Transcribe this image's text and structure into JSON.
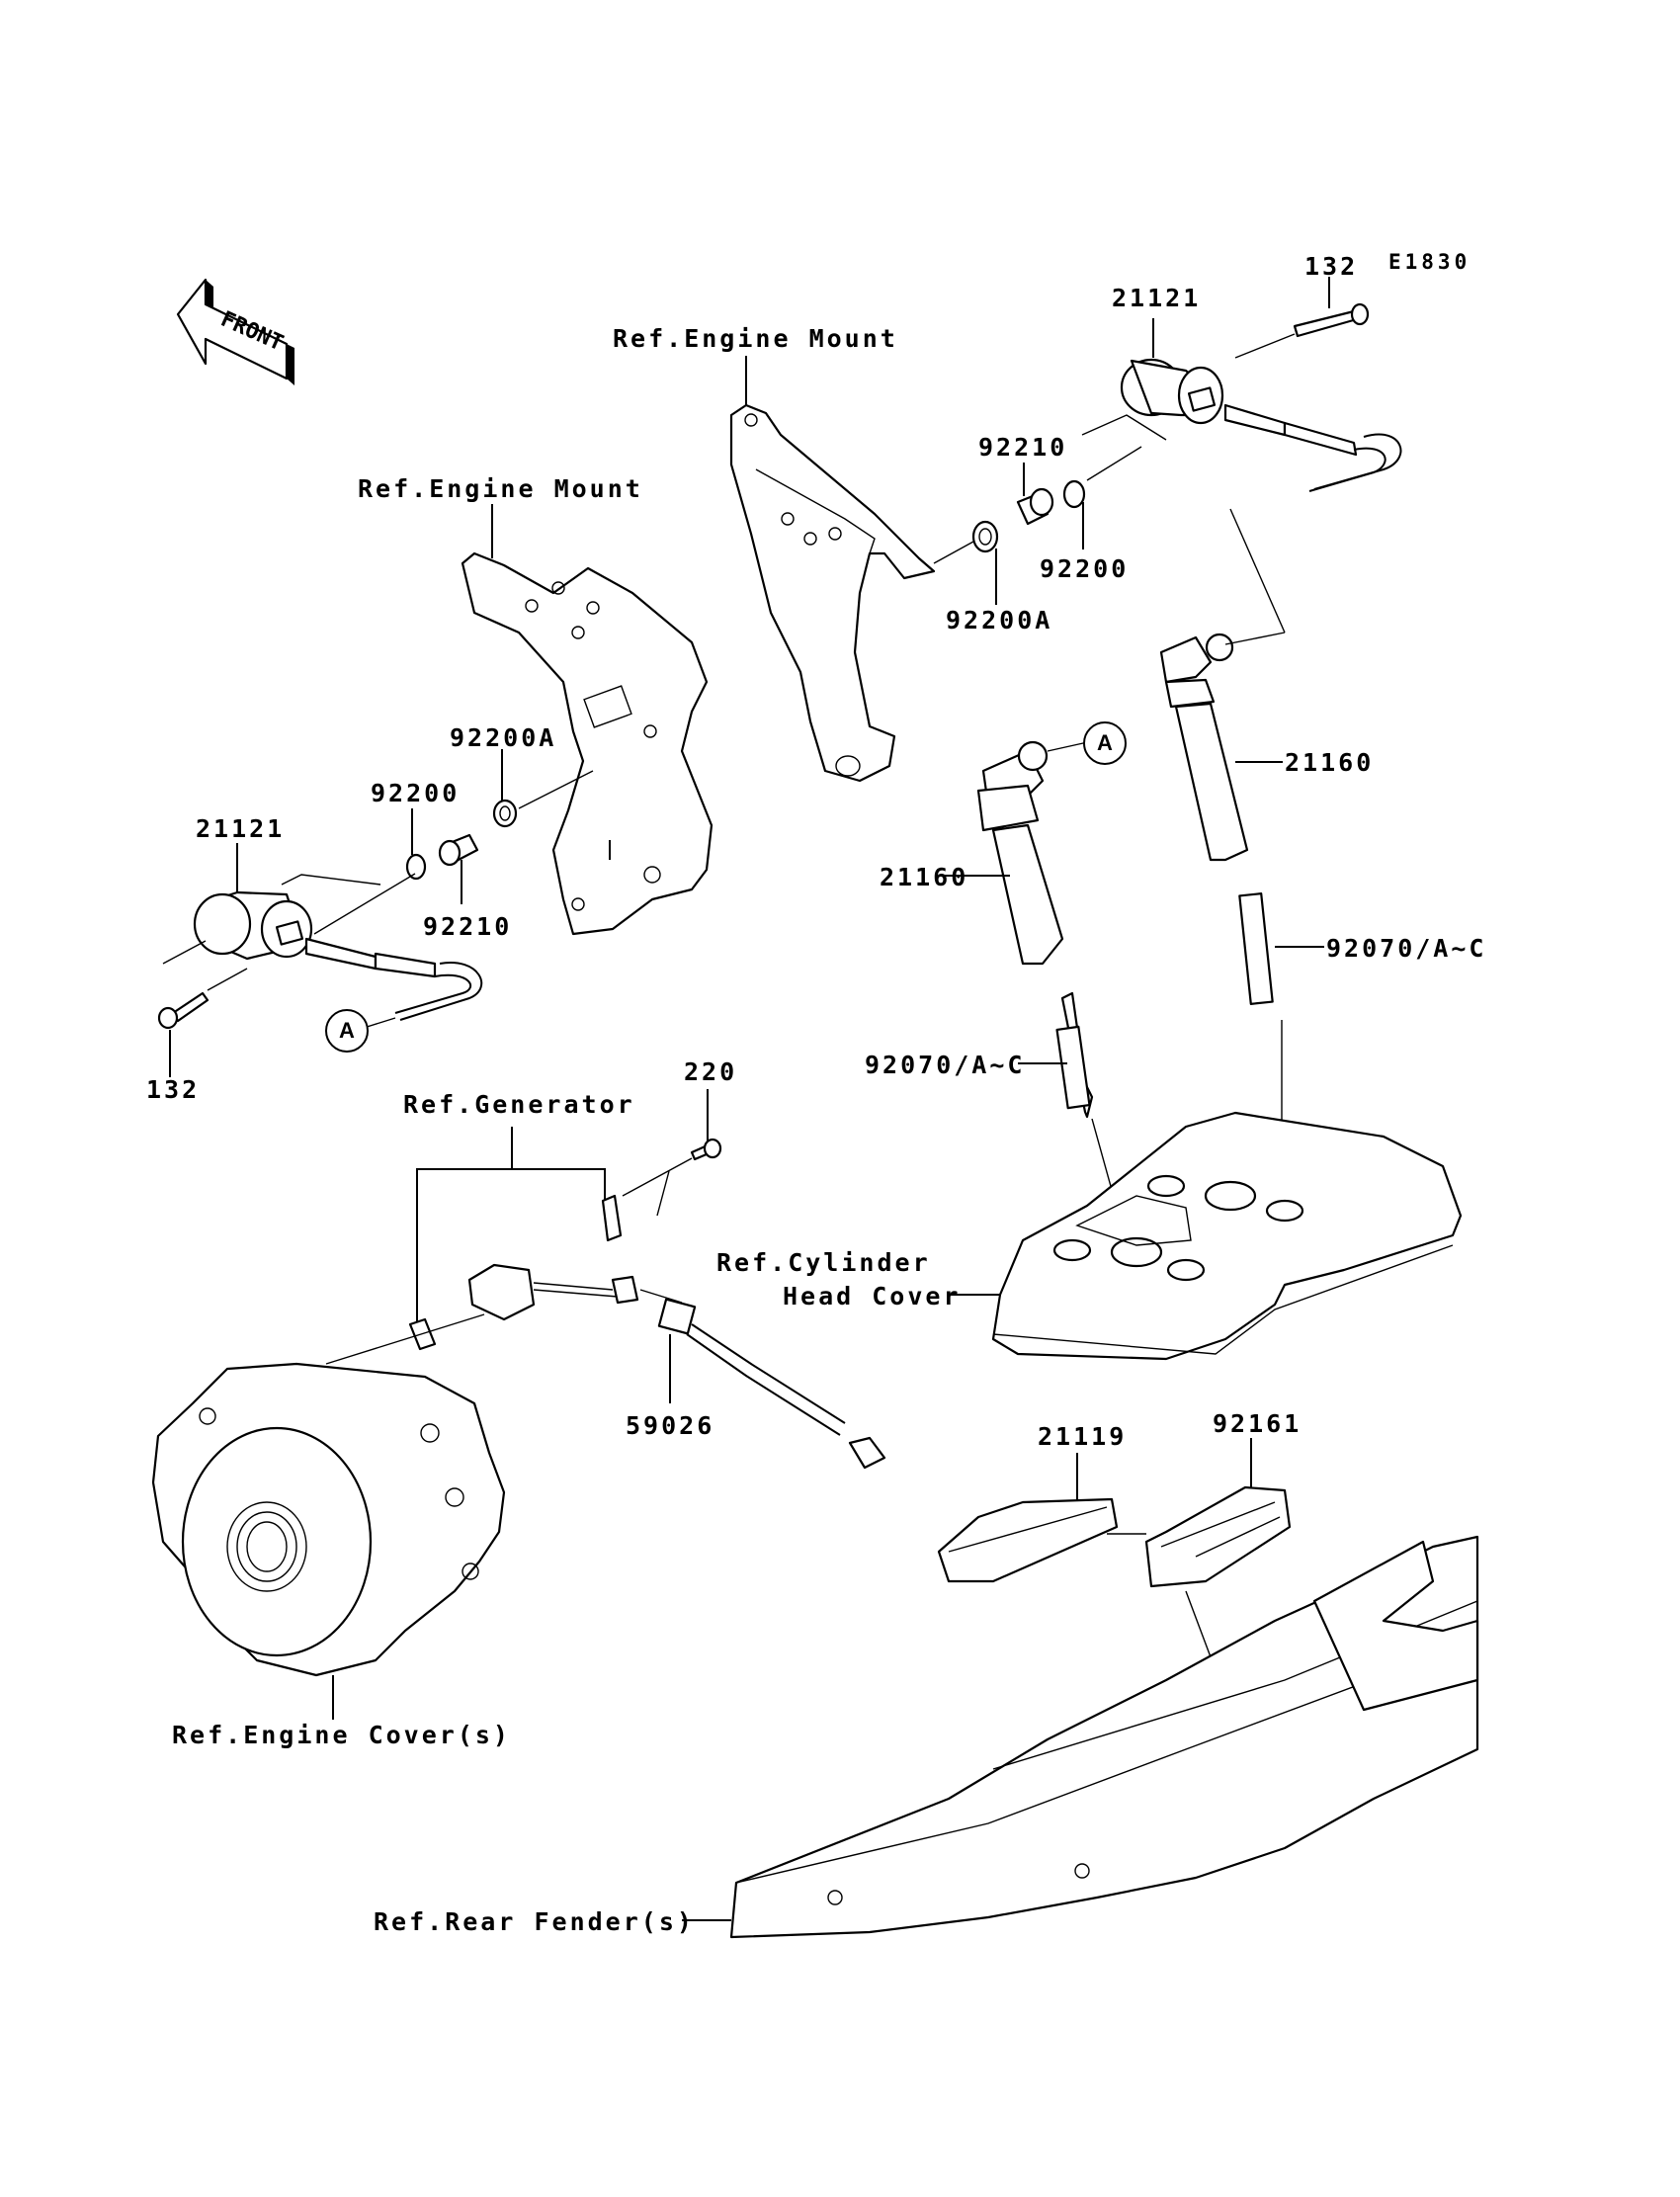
{
  "diagram": {
    "drawing_code": "E1830",
    "front_indicator": "FRONT",
    "callout_letter": "A",
    "labels": {
      "bolt_132_top": "132",
      "coil_21121_top": "21121",
      "ref_engine_mount_center": "Ref.Engine Mount",
      "ref_engine_mount_left": "Ref.Engine Mount",
      "collar_92210_top": "92210",
      "washer_92200_top": "92200",
      "washer_92200A_top": "92200A",
      "washer_92200A_left": "92200A",
      "washer_92200_left": "92200",
      "coil_21121_left": "21121",
      "collar_92210_left": "92210",
      "bolt_132_left": "132",
      "plug_cap_21160_right": "21160",
      "plug_cap_21160_left": "21160",
      "spark_plug_right": "92070/A~C",
      "spark_plug_left": "92070/A~C",
      "bolt_220": "220",
      "ref_generator": "Ref.Generator",
      "ref_cylinder_head_cover_line1": "Ref.Cylinder",
      "ref_cylinder_head_cover_line2": "Head Cover",
      "grommet_59026": "59026",
      "igniter_21119": "21119",
      "cover_92161": "92161",
      "ref_engine_covers": "Ref.Engine Cover(s)",
      "ref_rear_fenders": "Ref.Rear Fender(s)"
    }
  }
}
